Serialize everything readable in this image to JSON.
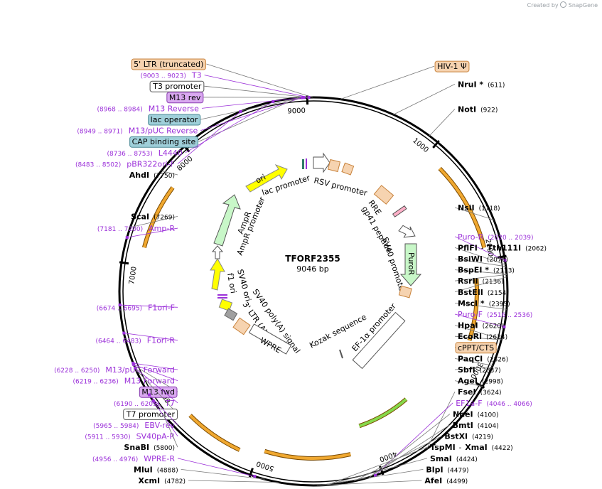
{
  "header": {
    "created_by": "Created by",
    "brand": "SnapGene"
  },
  "plasmid": {
    "name": "TFORF2355",
    "size": "9046 bp",
    "length": 9046
  },
  "colors": {
    "enzyme": "#000000",
    "primer": "#9b30d9",
    "line": "#777777",
    "orange_feature": "#f6d3b0",
    "orange_stroke": "#c8833c",
    "blue_box": "#9fcfd9",
    "purple_box": "#d9a8f0",
    "arrow_orange": "#f0a830",
    "arrow_green": "#86d94b",
    "ori_yellow": "#ffff00"
  },
  "ticks": [
    {
      "bp": 1000,
      "label": "1000"
    },
    {
      "bp": 2000,
      "label": "2000"
    },
    {
      "bp": 3000,
      "label": "3000"
    },
    {
      "bp": 4000,
      "label": "4000"
    },
    {
      "bp": 5000,
      "label": "5000"
    },
    {
      "bp": 6000,
      "label": "6000"
    },
    {
      "bp": 7000,
      "label": "7000"
    },
    {
      "bp": 8000,
      "label": "8000"
    },
    {
      "bp": 9000,
      "label": "9000"
    }
  ],
  "outer_labels": [
    {
      "kind": "primer",
      "pos": "(9003 .. 9023)",
      "name": "T3",
      "bp": 9012
    },
    {
      "kind": "box",
      "name": "T3 promoter",
      "bp": 9010,
      "box": "white"
    },
    {
      "kind": "boxlabel",
      "name": "M13 rev",
      "bp": 9000,
      "box": "purple"
    },
    {
      "kind": "box",
      "name": "5' LTR (truncated)",
      "bp": 9040,
      "box": "orange"
    },
    {
      "kind": "primer",
      "pos": "(8968 .. 8984)",
      "name": "M13 Reverse",
      "bp": 8976
    },
    {
      "kind": "box",
      "name": "HIV-1 Ψ",
      "bp": 200,
      "box": "orange"
    },
    {
      "kind": "box",
      "name": "lac operator",
      "bp": 8960,
      "box": "blue"
    },
    {
      "kind": "enzyme",
      "name": "NruI *",
      "pos": "(611)",
      "bp": 611
    },
    {
      "kind": "primer",
      "pos": "(8949 .. 8971)",
      "name": "M13/pUC Reverse",
      "bp": 8960
    },
    {
      "kind": "box",
      "name": "CAP binding site",
      "bp": 8930,
      "box": "blue"
    },
    {
      "kind": "enzyme",
      "name": "NotI",
      "pos": "(922)",
      "bp": 922
    },
    {
      "kind": "primer",
      "pos": "(8736 .. 8753)",
      "name": "L4440",
      "bp": 8745
    },
    {
      "kind": "primer",
      "pos": "(8483 .. 8502)",
      "name": "pBR322ori-F",
      "bp": 8492
    },
    {
      "kind": "enzyme",
      "name": "AhdI",
      "pos": "(7750)",
      "bp": 7750
    },
    {
      "kind": "enzyme",
      "name": "NsiI",
      "pos": "(1718)",
      "bp": 1718
    },
    {
      "kind": "enzyme",
      "name": "ScaI",
      "pos": "(7269)",
      "bp": 7269
    },
    {
      "kind": "primer",
      "pos": "(7181 .. 7200)",
      "name": "Amp-R",
      "bp": 7190
    },
    {
      "kind": "primer",
      "name": "Puro-R",
      "pos": "(2020 .. 2039)",
      "bp": 2030
    },
    {
      "kind": "enzyme",
      "name": "PflFI",
      "sep": "-",
      "name2": "Tth111I",
      "pos": "(2062)",
      "bp": 2062
    },
    {
      "kind": "enzyme",
      "name": "BsiWI",
      "pos": "(2076)",
      "bp": 2076
    },
    {
      "kind": "enzyme",
      "name": "BspEI *",
      "pos": "(2133)",
      "bp": 2133
    },
    {
      "kind": "enzyme",
      "name": "RsrII",
      "pos": "(2136)",
      "bp": 2136
    },
    {
      "kind": "enzyme",
      "name": "BstEII",
      "pos": "(2154)",
      "bp": 2154
    },
    {
      "kind": "primer",
      "pos": "(6674 .. 6695)",
      "name": "F1ori-F",
      "bp": 6684
    },
    {
      "kind": "enzyme",
      "name": "MscI *",
      "pos": "(2395)",
      "bp": 2395
    },
    {
      "kind": "primer",
      "name": "Puro-F",
      "pos": "(2516 .. 2536)",
      "bp": 2526
    },
    {
      "kind": "primer",
      "pos": "(6464 .. 6483)",
      "name": "F1ori-R",
      "bp": 6473
    },
    {
      "kind": "enzyme",
      "name": "HpaI",
      "pos": "(2620)",
      "bp": 2620
    },
    {
      "kind": "primer",
      "pos": "(6228 .. 6250)",
      "name": "M13/pUC Forward",
      "bp": 6239
    },
    {
      "kind": "enzyme",
      "name": "EcoRI",
      "pos": "(2624)",
      "bp": 2624
    },
    {
      "kind": "primer",
      "pos": "(6219 .. 6236)",
      "name": "M13 Forward",
      "bp": 6227
    },
    {
      "kind": "box",
      "name": "cPPT/CTS",
      "bp": 2700,
      "box": "orange"
    },
    {
      "kind": "boxlabel",
      "name": "M13 fwd",
      "bp": 6220,
      "box": "purple"
    },
    {
      "kind": "enzyme",
      "name": "PaqCI",
      "pos": "(2826)",
      "bp": 2826
    },
    {
      "kind": "primer",
      "pos": "(6190 .. 6209)",
      "name": "T7",
      "bp": 6200
    },
    {
      "kind": "enzyme",
      "name": "SbfI",
      "pos": "(2837)",
      "bp": 2837
    },
    {
      "kind": "box",
      "name": "T7 promoter",
      "bp": 6190,
      "box": "white"
    },
    {
      "kind": "enzyme",
      "name": "AgeI",
      "pos": "(2998)",
      "bp": 2998
    },
    {
      "kind": "primer",
      "pos": "(5965 .. 5984)",
      "name": "EBV-rev",
      "bp": 5975
    },
    {
      "kind": "primer",
      "pos": "(5911 .. 5930)",
      "name": "SV40pA-R",
      "bp": 5920
    },
    {
      "kind": "enzyme",
      "name": "SnaBI",
      "pos": "(5800)",
      "bp": 5800
    },
    {
      "kind": "enzyme",
      "name": "FseI",
      "pos": "(3624)",
      "bp": 3624
    },
    {
      "kind": "primer",
      "name": "EF1a-F",
      "pos": "(4046 .. 4066)",
      "bp": 4056
    },
    {
      "kind": "enzyme",
      "name": "NheI",
      "pos": "(4100)",
      "bp": 4100
    },
    {
      "kind": "enzyme",
      "name": "BmtI",
      "pos": "(4104)",
      "bp": 4104
    },
    {
      "kind": "enzyme",
      "name": "BstXI",
      "pos": "(4219)",
      "bp": 4219
    },
    {
      "kind": "primer",
      "pos": "(4956 .. 4976)",
      "name": "WPRE-R",
      "bp": 4966
    },
    {
      "kind": "enzyme",
      "name": "TspMI",
      "sep": "-",
      "name2": "XmaI",
      "pos": "(4422)",
      "bp": 4422
    },
    {
      "kind": "enzyme",
      "name": "SmaI",
      "pos": "(4424)",
      "bp": 4424
    },
    {
      "kind": "enzyme",
      "name": "MluI",
      "pos": "(4888)",
      "bp": 4888
    },
    {
      "kind": "enzyme",
      "name": "XcmI",
      "pos": "(4782)",
      "bp": 4782
    },
    {
      "kind": "enzyme",
      "name": "AfeI",
      "pos": "(4499)",
      "bp": 4499
    },
    {
      "kind": "enzyme",
      "name": "BlpI",
      "pos": "(4479)",
      "bp": 4479
    }
  ],
  "inner_features": [
    {
      "name": "RSV promoter",
      "kind": "arrow-white"
    },
    {
      "name": "lac promoter",
      "kind": "box"
    },
    {
      "name": "ori",
      "kind": "arrow-yellow"
    },
    {
      "name": "AmpR",
      "kind": "arrow-green"
    },
    {
      "name": "AmpR promoter",
      "kind": "box"
    },
    {
      "name": "f1 ori",
      "kind": "arrow-yellow"
    },
    {
      "name": "SV40 ori",
      "kind": "box"
    },
    {
      "name": "SV40 poly(A) signal",
      "kind": "box"
    },
    {
      "name": "3' LTR (ΔU3)",
      "kind": "box-orange"
    },
    {
      "name": "WPRE",
      "kind": "box-white"
    },
    {
      "name": "RRE",
      "kind": "box-orange"
    },
    {
      "name": "gp41 peptide",
      "kind": "box"
    },
    {
      "name": "SV40 promoter",
      "kind": "arrow-white"
    },
    {
      "name": "PuroR",
      "kind": "arrow-green"
    },
    {
      "name": "EF-1α promoter",
      "kind": "box-white"
    },
    {
      "name": "Kozak sequence",
      "kind": "box"
    }
  ]
}
